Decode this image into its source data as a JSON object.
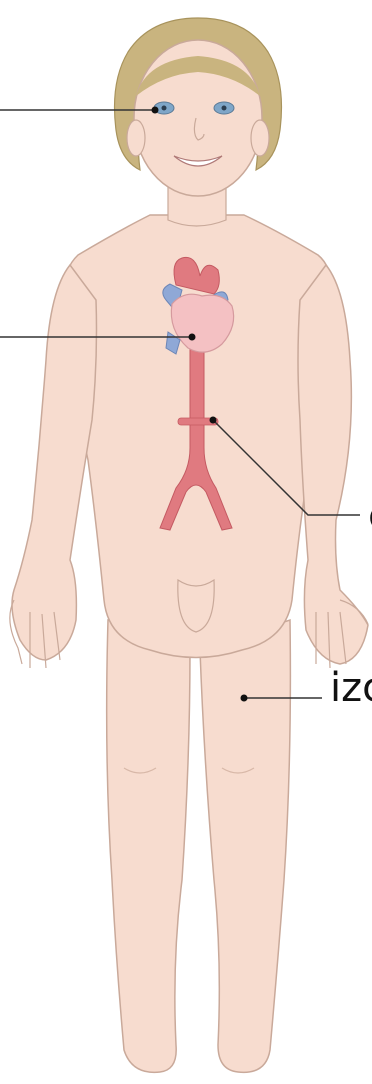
{
  "labels": {
    "aorta_partial": "c",
    "legs_partial": "izc"
  },
  "colors": {
    "skin": "#f7dccf",
    "skin_outline": "#c9a99a",
    "hair": "#c9b47f",
    "hair_dark": "#a8935c",
    "eyes": "#7fa6c8",
    "heart": "#f4c1c3",
    "aorta": "#e07a80",
    "veins": "#8fa8d6",
    "leader_line": "#333333"
  },
  "icons": [
    "child-body-illustration",
    "heart-icon",
    "aorta-icon"
  ]
}
